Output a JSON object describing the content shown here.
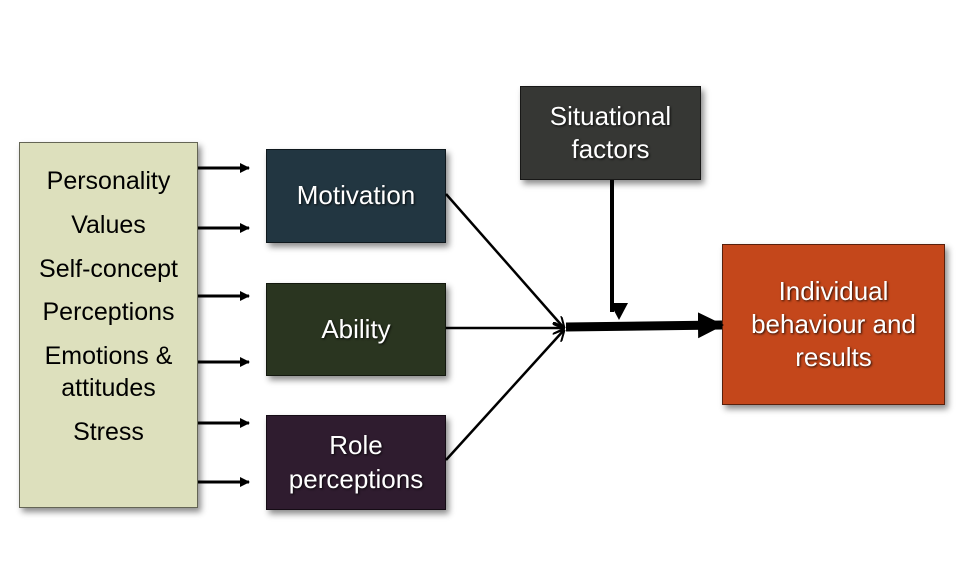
{
  "colors": {
    "traits_bg": "#dde0bd",
    "motivation_bg": "#223641",
    "ability_bg": "#2a3520",
    "role_bg": "#2f1c2f",
    "situational_bg": "#363734",
    "result_bg": "#c4471b",
    "arrow": "#000000"
  },
  "traits": {
    "items": [
      {
        "lines": [
          "Personality"
        ]
      },
      {
        "lines": [
          "Values"
        ]
      },
      {
        "lines": [
          "Self-concept"
        ]
      },
      {
        "lines": [
          "Perceptions"
        ]
      },
      {
        "lines": [
          "Emotions &",
          "attitudes"
        ]
      },
      {
        "lines": [
          "Stress"
        ]
      }
    ]
  },
  "boxes": {
    "motivation": {
      "lines": [
        "Motivation"
      ]
    },
    "ability": {
      "lines": [
        "Ability"
      ]
    },
    "role": {
      "lines": [
        "Role",
        "perceptions"
      ]
    },
    "situational": {
      "lines": [
        "Situational",
        "factors"
      ]
    },
    "result": {
      "lines": [
        "Individual",
        "behaviour and",
        "results"
      ]
    }
  }
}
